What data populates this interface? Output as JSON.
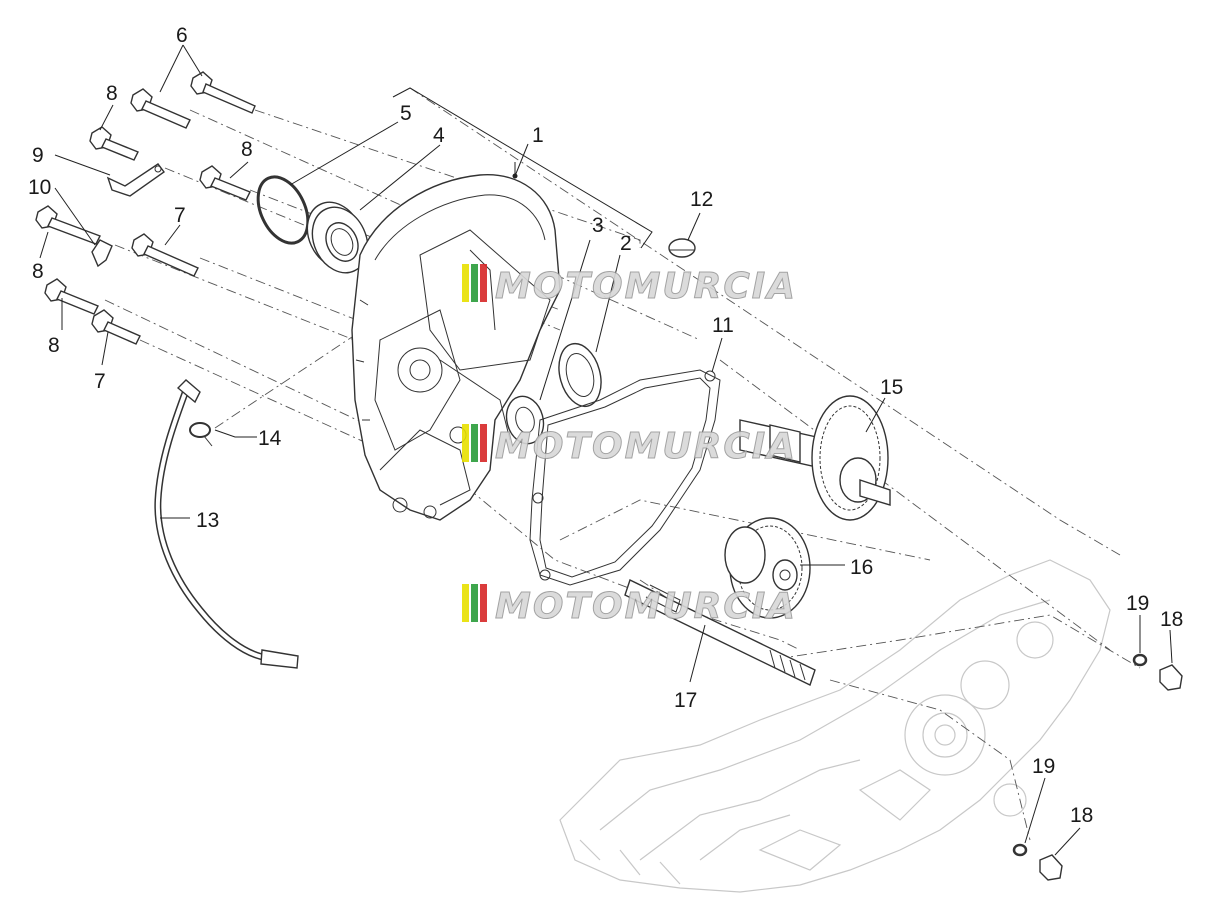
{
  "watermark": {
    "brand": "MOTOMURCIA",
    "stripe_colors": [
      "#e8e000",
      "#2a9d3a",
      "#d62828"
    ]
  },
  "callouts": [
    "1",
    "2",
    "3",
    "4",
    "5",
    "6",
    "7",
    "7",
    "8",
    "8",
    "8",
    "8",
    "9",
    "10",
    "11",
    "12",
    "13",
    "14",
    "15",
    "16",
    "17",
    "18",
    "18",
    "19",
    "19"
  ]
}
